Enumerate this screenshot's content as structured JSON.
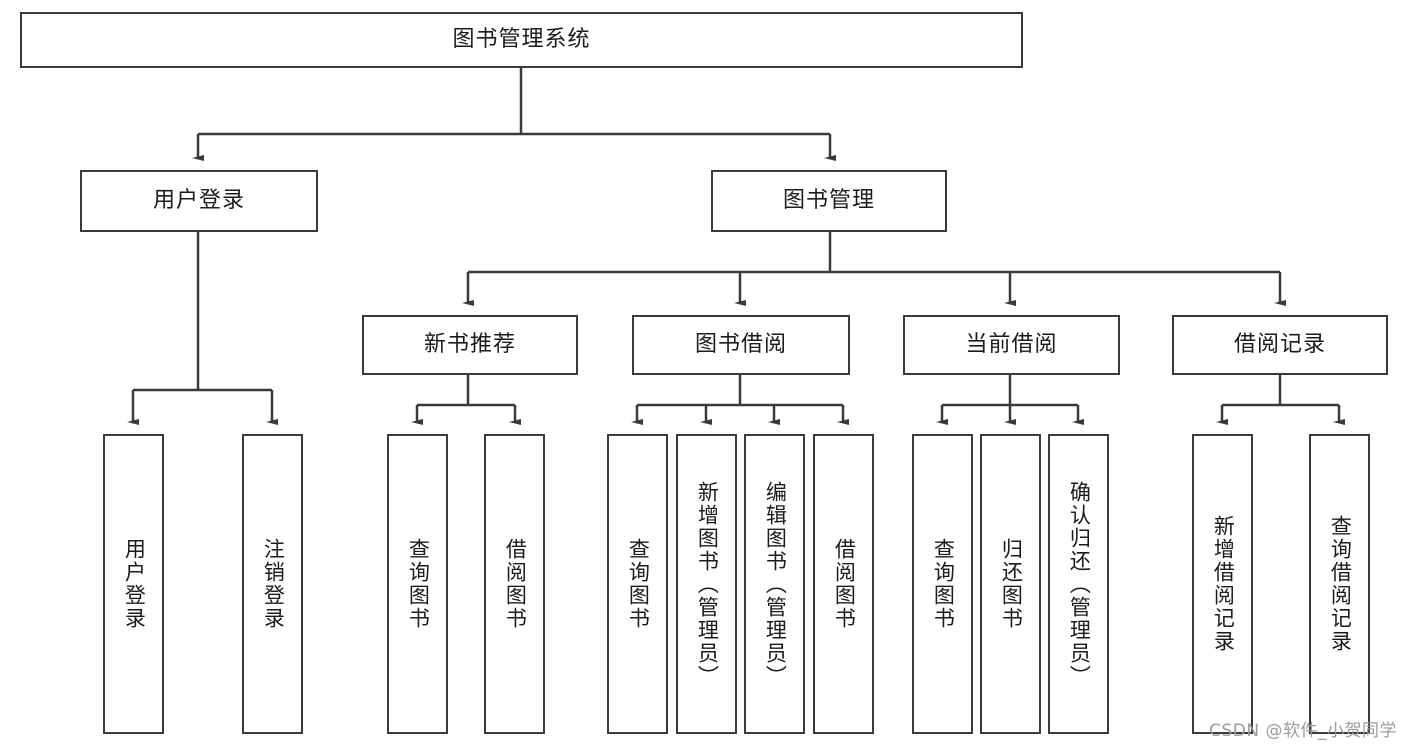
{
  "diagram": {
    "title": "图书管理系统",
    "type": "hierarchy-tree",
    "root": {
      "label": "图书管理系统"
    },
    "level2": [
      {
        "label": "用户登录"
      },
      {
        "label": "图书管理"
      }
    ],
    "level3": [
      {
        "label": "新书推荐"
      },
      {
        "label": "图书借阅"
      },
      {
        "label": "当前借阅"
      },
      {
        "label": "借阅记录"
      }
    ],
    "leaves": {
      "user_login": [
        {
          "label": "用户登录"
        },
        {
          "label": "注销登录"
        }
      ],
      "new_book_recommend": [
        {
          "label": "查询图书"
        },
        {
          "label": "借阅图书"
        }
      ],
      "book_borrow": [
        {
          "label": "查询图书"
        },
        {
          "label": "新增图书（管理员）"
        },
        {
          "label": "编辑图书（管理员）"
        },
        {
          "label": "借阅图书"
        }
      ],
      "current_borrow": [
        {
          "label": "查询图书"
        },
        {
          "label": "归还图书"
        },
        {
          "label": "确认归还（管理员）"
        }
      ],
      "borrow_record": [
        {
          "label": "新增借阅记录"
        },
        {
          "label": "查询借阅记录"
        }
      ]
    }
  },
  "watermark": {
    "text": "CSDN @软件_小贺同学"
  },
  "colors": {
    "stroke": "#3a3a3a",
    "fill": "#ffffff",
    "text": "#1b1b1b",
    "watermark": "#9b9b9b"
  }
}
